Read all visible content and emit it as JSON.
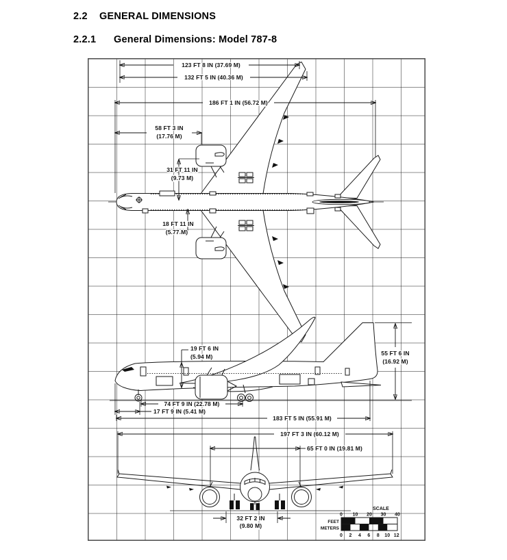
{
  "headings": {
    "section": {
      "number": "2.2",
      "title": "GENERAL DIMENSIONS"
    },
    "subsection": {
      "number": "2.2.1",
      "title": "General Dimensions: Model 787-8"
    }
  },
  "figure": {
    "model": "787-8",
    "views": [
      "top-view",
      "side-view",
      "front-view"
    ],
    "dimensions": {
      "nose_to_wingtip": {
        "l1": "123 FT 8 IN  (37.69 M)"
      },
      "nose_to_wingtip_aft": {
        "l1": "132 FT 5 IN (40.36 M)"
      },
      "overall_length": {
        "l1": "186 FT 1 IN (56.72 M)"
      },
      "nose_to_engine": {
        "l1": "58 FT 3 IN",
        "l2": "(17.76 M)"
      },
      "engine_offset": {
        "l1": "31 FT 11 IN",
        "l2": "(9.73 M)"
      },
      "engine_offset_aft": {
        "l1": "18 FT 11 IN",
        "l2": "(5.77 M)"
      },
      "fuselage_height": {
        "l1": "19 FT 6 IN",
        "l2": "(5.94 M)"
      },
      "tail_height": {
        "l1": "55 FT 6 IN",
        "l2": "(16.92 M)"
      },
      "wheelbase": {
        "l1": "74 FT 9 IN (22.78 M)"
      },
      "nose_to_nose_gear": {
        "l1": "17 FT 9 IN (5.41 M)"
      },
      "ground_length": {
        "l1": "183 FT 5 IN (55.91 M)"
      },
      "wingspan": {
        "l1": "197 FT 3 IN (60.12 M)"
      },
      "stabilizer_span": {
        "l1": "65 FT 0 IN (19.81 M)"
      },
      "wheel_track": {
        "l1": "32 FT 2 IN",
        "l2": "(9.80 M)"
      }
    },
    "scale_bar": {
      "title": "SCALE",
      "feet_label": "FEET",
      "meters_label": "METERS",
      "feet_ticks": [
        "0",
        "10",
        "20",
        "30",
        "40"
      ],
      "meters_ticks": [
        "0",
        "2",
        "4",
        "6",
        "8",
        "10",
        "12"
      ]
    }
  },
  "colors": {
    "line": "#1a1a1a",
    "grid": "#ececec",
    "frame_border": "#4a4a4a",
    "text": "#000000"
  }
}
